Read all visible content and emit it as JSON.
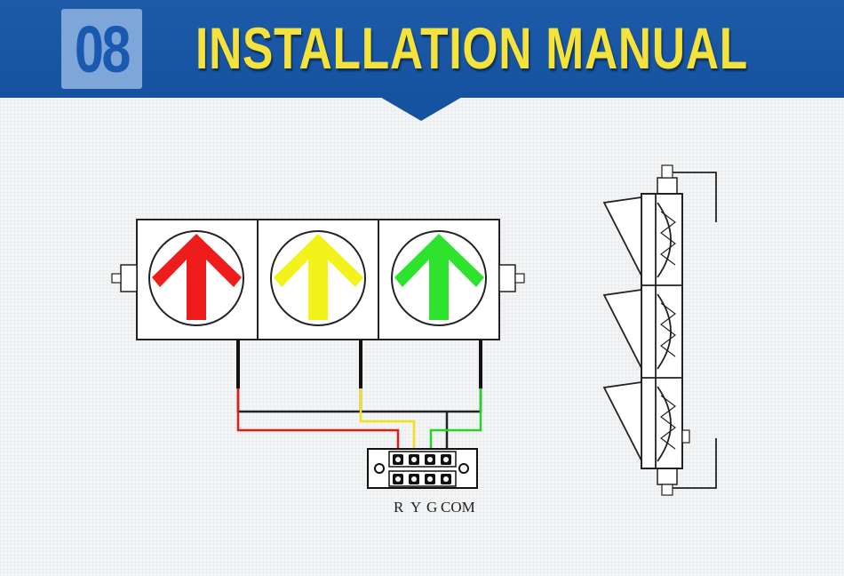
{
  "header": {
    "number": "08",
    "title": "INSTALLATION MANUAL"
  },
  "terminal_labels": {
    "r": "R",
    "y": "Y",
    "g": "G",
    "com": "COM"
  },
  "colors": {
    "header_blue": "#1552a0",
    "title_yellow": "#f5e23a",
    "red": "#ef1c1c",
    "yellow": "#f3f21a",
    "green": "#2ee32e"
  }
}
